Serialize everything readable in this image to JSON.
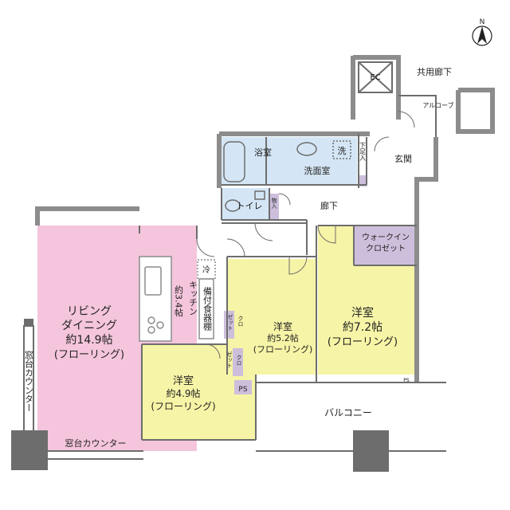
{
  "colors": {
    "living": "#f4c5dc",
    "bedroom": "#f6f4a6",
    "water": "#d4e6f5",
    "storage": "#cdbfdc",
    "wall": "#8c8c8c",
    "shade": "#6d6d6d"
  },
  "compass": {
    "letter": "N"
  },
  "labels": {
    "common_corridor": "共用廊下",
    "ec": "EC",
    "alcove": "アルコーブ",
    "bathroom": "浴室",
    "washroom": "洗面室",
    "washer": "洗",
    "shoe_storage": "下足入",
    "entrance": "玄関",
    "toilet": "トイレ",
    "storage_small": "物入",
    "hallway": "廊下",
    "wic_line1": "ウォークイン",
    "wic_line2": "クロゼット",
    "fridge": "冷",
    "kitchen_col1": "キッチン",
    "kitchen_col2": "約3.4帖",
    "pantry": "備付食器棚",
    "living_line1": "リビング",
    "living_line2": "ダイニング",
    "living_line3": "約14.9帖",
    "living_line4": "(フローリング)",
    "room_mid_line1": "洋室",
    "room_mid_line2": "約5.2帖",
    "room_mid_line3": "(フローリング)",
    "room_right_line1": "洋室",
    "room_right_line2": "約7.2帖",
    "room_right_line3": "(フローリング)",
    "room_left_line1": "洋室",
    "room_left_line2": "約4.9帖",
    "room_left_line3": "(フローリング)",
    "closet_a": "クロ",
    "closet_b": "ゼット",
    "ps": "PS",
    "ps_small": "PS",
    "balcony": "バルコニー",
    "window_counter_vertical": "窓台カウンター",
    "window_counter_bottom": "窓台カウンター"
  }
}
